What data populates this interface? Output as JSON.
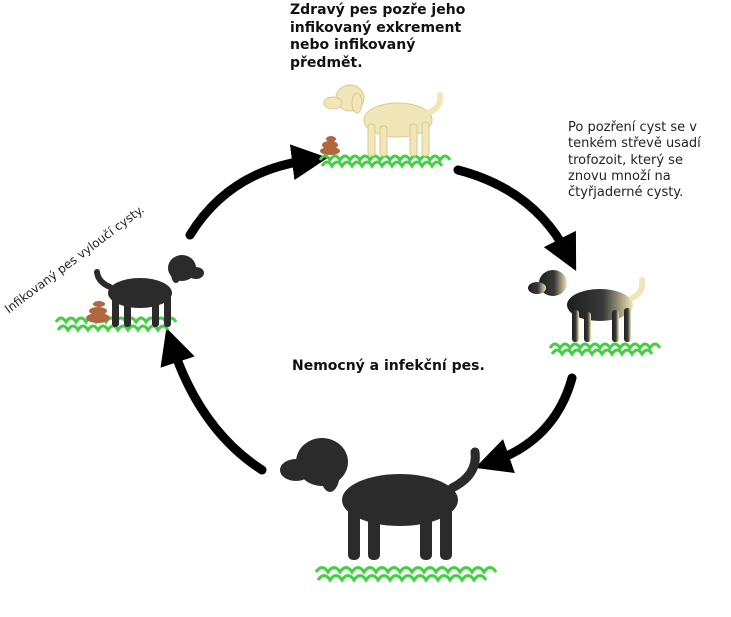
{
  "captions": {
    "top": "Zdravý pes pozře jeho infikovaný exkrement nebo infikovaný předmět.",
    "right": "Po pozření cyst se v tenkém střevě usadí trofozoit, který se znovu množí na čtyřjaderné cysty.",
    "center": "Nemocný a infekční pes.",
    "left": "Infikovaný pes vyloučí cysty."
  },
  "colors": {
    "healthy_dog": "#f1e6b8",
    "sick_dog": "#2b2b2b",
    "grass": "#3fd23f",
    "arrow": "#000000",
    "feces": "#b0673f"
  }
}
